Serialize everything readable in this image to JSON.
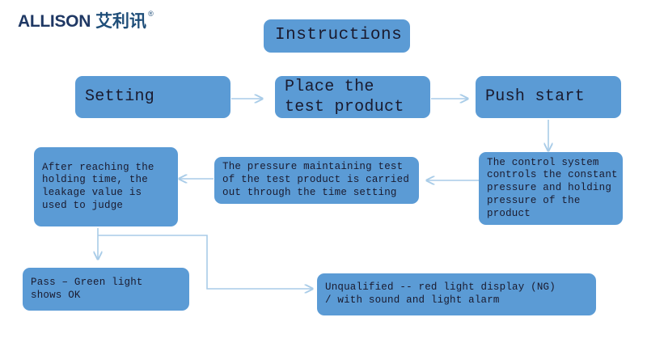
{
  "brand": {
    "name": "ALLISON",
    "name_cn": "艾利讯",
    "trademark": "®"
  },
  "flowchart": {
    "title_box": {
      "label": "Instructions"
    },
    "nodes": [
      {
        "id": "setting",
        "label": "Setting"
      },
      {
        "id": "place-product",
        "label": "Place the\ntest product"
      },
      {
        "id": "push-start",
        "label": "Push start"
      },
      {
        "id": "control-system",
        "label": "The control system\ncontrols the constant\npressure and holding\npressure of the\nproduct"
      },
      {
        "id": "pressure-test",
        "label": "The pressure maintaining test\nof the test product is carried\nout through the time setting"
      },
      {
        "id": "judge-leakage",
        "label": "After reaching the\nholding time, the\nleakage value is\nused to judge"
      },
      {
        "id": "pass-result",
        "label": "Pass – Green light\nshows OK"
      },
      {
        "id": "fail-result",
        "label": "Unqualified -- red light display (NG)\n/ with sound and light alarm"
      }
    ],
    "connector_color": "#A9CCE8",
    "node_color": "#5B9BD5",
    "background_color": "#FFFFFF"
  }
}
